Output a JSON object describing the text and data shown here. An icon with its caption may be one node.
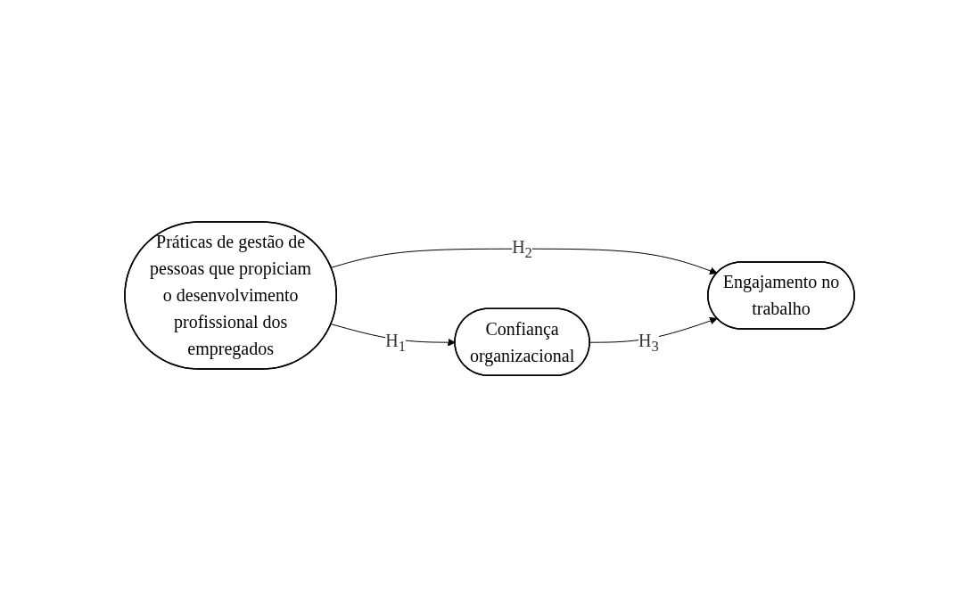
{
  "diagram": {
    "nodes": [
      {
        "text": [
          "Práticas de gestão de pessoas que propiciam o desenvolvimento profissional dos empregados"
        ]
      },
      {
        "text": [
          "Confiança organizacional"
        ]
      },
      {
        "text": [
          "Engajamento no trabalho"
        ]
      }
    ],
    "edges": [
      {
        "from": 0,
        "to": 1,
        "arrow": "to",
        "label": "H$_{1}$"
      },
      {
        "from": 0,
        "to": 2,
        "arrow": "to",
        "label": "H$_{2}$"
      },
      {
        "from": 1,
        "to": 2,
        "arrow": "to",
        "label": "H$_{3}$"
      }
    ]
  }
}
